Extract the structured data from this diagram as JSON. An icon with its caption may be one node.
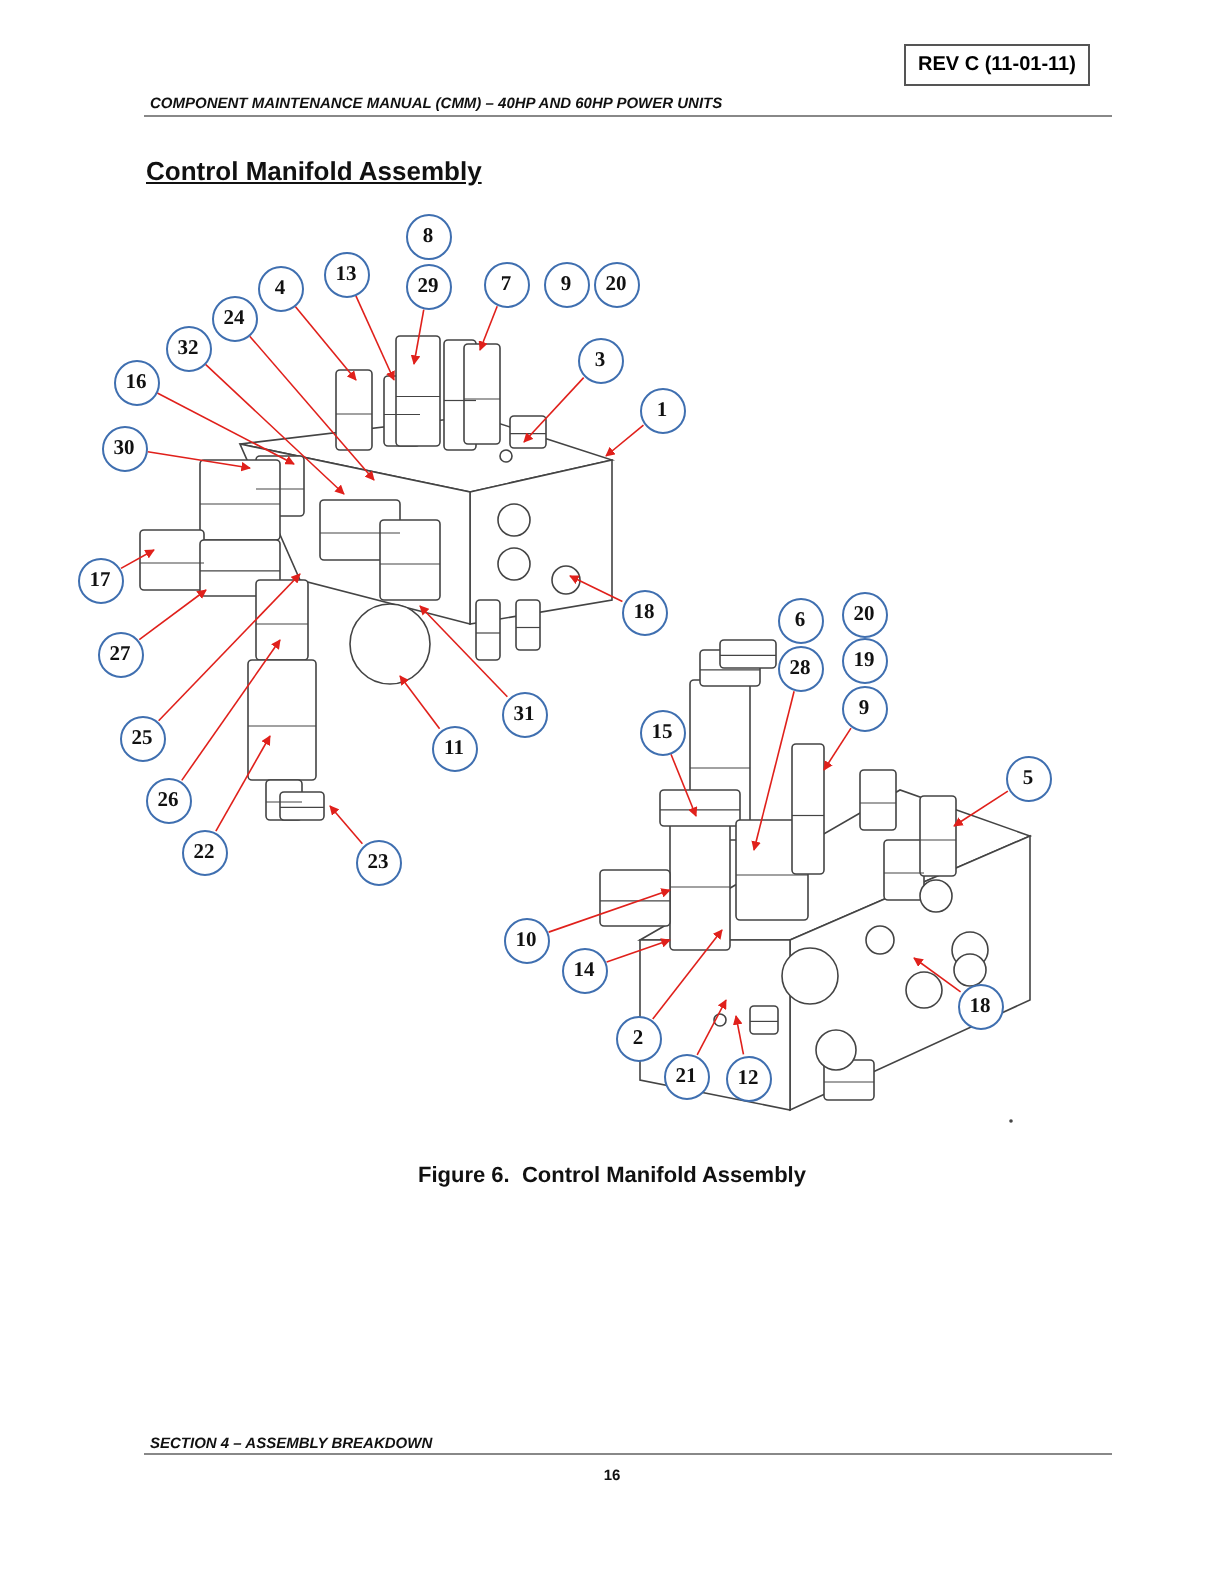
{
  "diagram": {
    "title": "Control Manifold Assembly",
    "caption": "Figure 6.  Control Manifold Assembly",
    "nodes": [
      {
        "text": [
          "REV C (11-01-11)"
        ]
      },
      {
        "text": [
          "8"
        ]
      },
      {
        "text": [
          "13"
        ]
      },
      {
        "text": [
          "29"
        ]
      },
      {
        "text": [
          "7"
        ]
      },
      {
        "text": [
          "9"
        ]
      },
      {
        "text": [
          "20"
        ]
      },
      {
        "text": [
          "4"
        ]
      },
      {
        "text": [
          "24"
        ]
      },
      {
        "text": [
          "32"
        ]
      },
      {
        "text": [
          "3"
        ]
      },
      {
        "text": [
          "16"
        ]
      },
      {
        "text": [
          "1"
        ]
      },
      {
        "text": [
          "30"
        ]
      },
      {
        "text": [
          "17"
        ]
      },
      {
        "text": [
          "18"
        ]
      },
      {
        "text": [
          "20"
        ]
      },
      {
        "text": [
          "6"
        ]
      },
      {
        "text": [
          "27"
        ]
      },
      {
        "text": [
          "19"
        ]
      },
      {
        "text": [
          "28"
        ]
      },
      {
        "text": [
          "9"
        ]
      },
      {
        "text": [
          "31"
        ]
      },
      {
        "text": [
          "15"
        ]
      },
      {
        "text": [
          "25"
        ]
      },
      {
        "text": [
          "11"
        ]
      },
      {
        "text": [
          "5"
        ]
      },
      {
        "text": [
          "26"
        ]
      },
      {
        "text": [
          "22"
        ]
      },
      {
        "text": [
          "23"
        ]
      },
      {
        "text": [
          "10"
        ]
      },
      {
        "text": [
          "14"
        ]
      },
      {
        "text": [
          "18"
        ]
      },
      {
        "text": [
          "2"
        ]
      },
      {
        "text": [
          "21"
        ]
      },
      {
        "text": [
          "12"
        ]
      }
    ],
    "edges": [
      {
        "from": 3,
        "to": null,
        "arrow": "to"
      },
      {
        "from": 2,
        "to": null,
        "arrow": "to"
      },
      {
        "from": 4,
        "to": null,
        "arrow": "to"
      },
      {
        "from": 7,
        "to": null,
        "arrow": "to"
      },
      {
        "from": 8,
        "to": null,
        "arrow": "to"
      },
      {
        "from": 9,
        "to": null,
        "arrow": "to"
      },
      {
        "from": 10,
        "to": null,
        "arrow": "to"
      },
      {
        "from": 11,
        "to": null,
        "arrow": "to"
      },
      {
        "from": 12,
        "to": null,
        "arrow": "to"
      },
      {
        "from": 13,
        "to": null,
        "arrow": "to"
      },
      {
        "from": 14,
        "to": null,
        "arrow": "to"
      },
      {
        "from": 15,
        "to": null,
        "arrow": "to"
      },
      {
        "from": 18,
        "to": null,
        "arrow": "to"
      },
      {
        "from": 20,
        "to": null,
        "arrow": "to"
      },
      {
        "from": 21,
        "to": null,
        "arrow": "to"
      },
      {
        "from": 22,
        "to": null,
        "arrow": "to"
      },
      {
        "from": 23,
        "to": null,
        "arrow": "to"
      },
      {
        "from": 24,
        "to": null,
        "arrow": "to"
      },
      {
        "from": 25,
        "to": null,
        "arrow": "to"
      },
      {
        "from": 26,
        "to": null,
        "arrow": "to"
      },
      {
        "from": 27,
        "to": null,
        "arrow": "to"
      },
      {
        "from": 28,
        "to": null,
        "arrow": "to"
      },
      {
        "from": 29,
        "to": null,
        "arrow": "to"
      },
      {
        "from": 30,
        "to": null,
        "arrow": "to"
      },
      {
        "from": 31,
        "to": null,
        "arrow": "to"
      },
      {
        "from": 32,
        "to": null,
        "arrow": "to"
      },
      {
        "from": 33,
        "to": null,
        "arrow": "to"
      },
      {
        "from": 34,
        "to": null,
        "arrow": "to"
      },
      {
        "from": 35,
        "to": null,
        "arrow": "to"
      }
    ],
    "labels": [
      "COMPONENT MAINTENANCE MANUAL (CMM) – 40HP AND 60HP POWER UNITS",
      "SECTION 4 – ASSEMBLY BREAKDOWN",
      "16"
    ]
  }
}
